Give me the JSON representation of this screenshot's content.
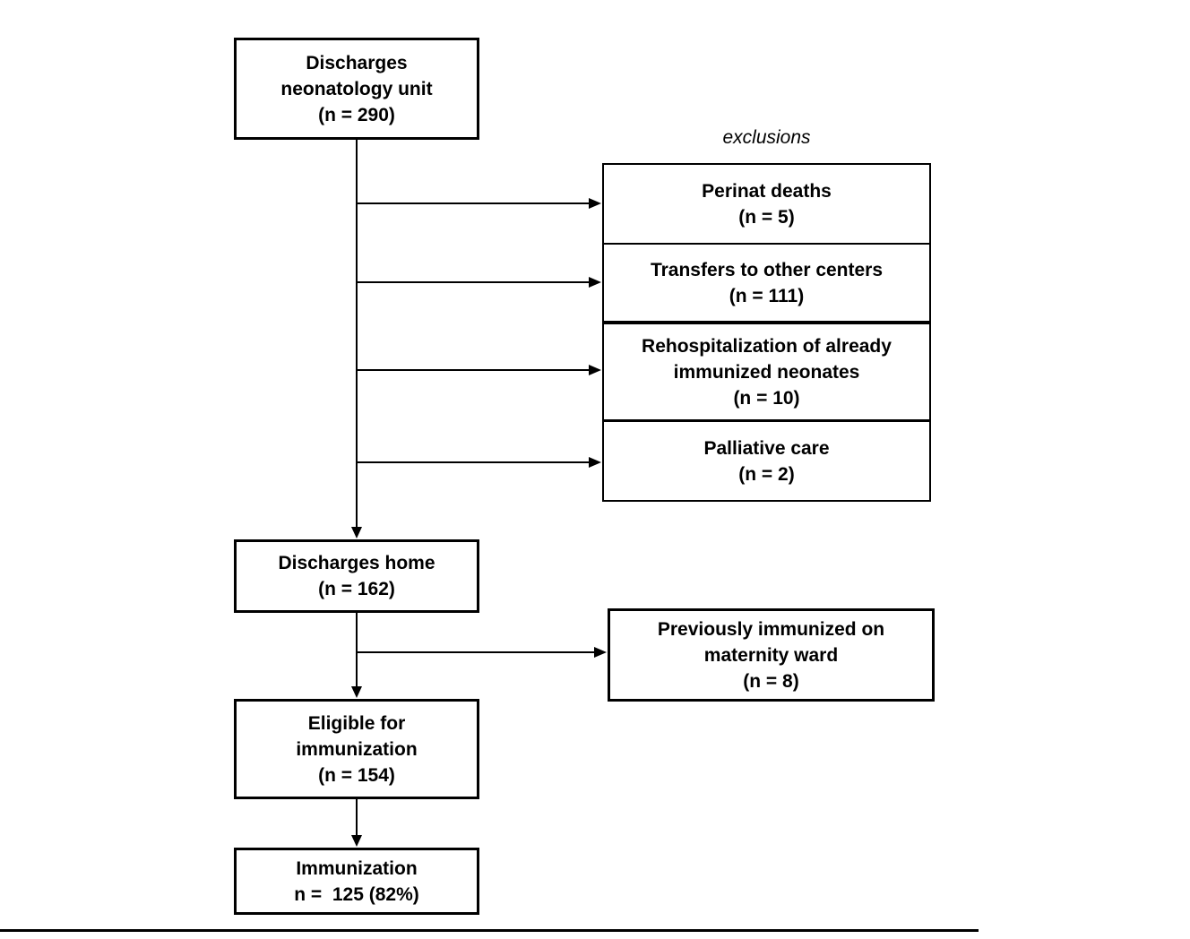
{
  "colors": {
    "ink": "#000000",
    "background": "#ffffff"
  },
  "flowchart": {
    "exclusions_label": "exclusions",
    "nodes": {
      "discharges_unit": {
        "lines": [
          "Discharges",
          "neonatology unit",
          "(n = 290)"
        ],
        "n": 290
      },
      "perinat_deaths": {
        "lines": [
          "Perinat deaths",
          "(n = 5)"
        ],
        "n": 5
      },
      "transfers": {
        "lines": [
          "Transfers to other centers",
          "(n = 111)"
        ],
        "n": 111
      },
      "rehospitalization": {
        "lines": [
          "Rehospitalization of already",
          "immunized neonates",
          "(n = 10)"
        ],
        "n": 10
      },
      "palliative_care": {
        "lines": [
          "Palliative care",
          "(n = 2)"
        ],
        "n": 2
      },
      "discharges_home": {
        "lines": [
          "Discharges home",
          "(n = 162)"
        ],
        "n": 162
      },
      "previously_immunized": {
        "lines": [
          "Previously immunized on",
          "maternity ward",
          "(n = 8)"
        ],
        "n": 8
      },
      "eligible": {
        "lines": [
          "Eligible for",
          "immunization",
          "(n = 154)"
        ],
        "n": 154
      },
      "immunization": {
        "lines": [
          "Immunization",
          "n =  125 (82%)"
        ],
        "n": 125,
        "percent": "82%"
      }
    }
  }
}
